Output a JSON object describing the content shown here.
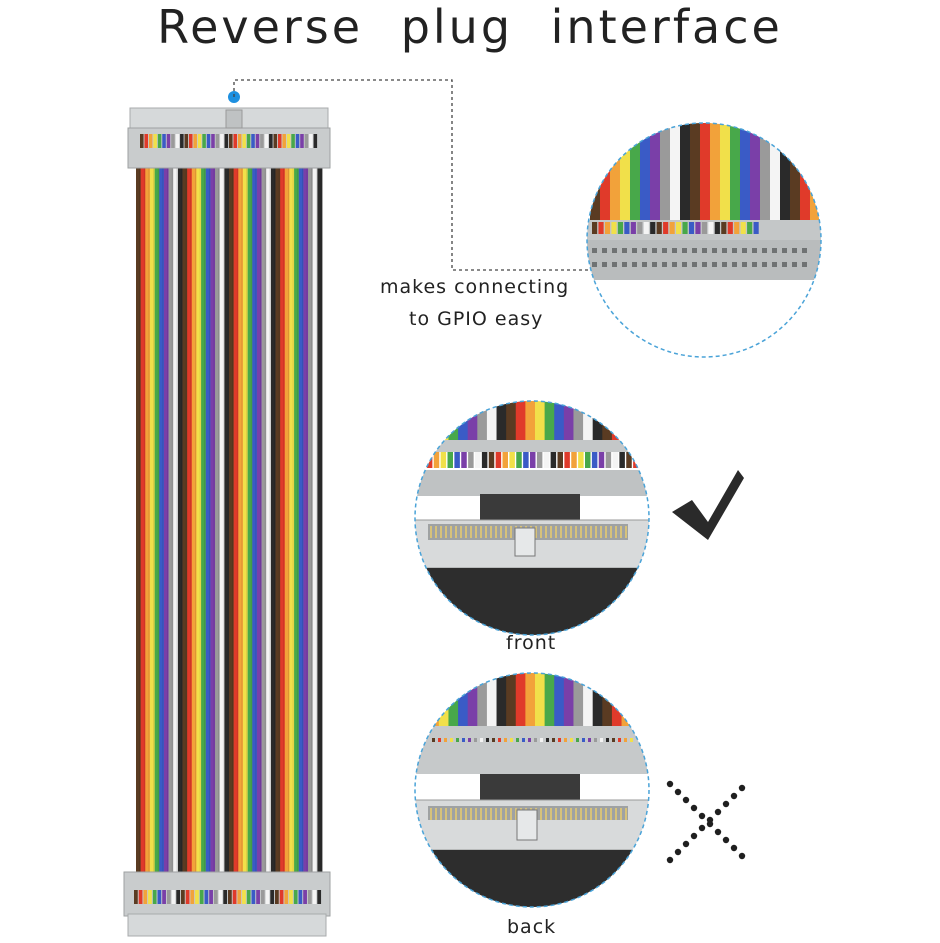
{
  "title": "Reverse plug interface",
  "callout": {
    "line1": "makes connecting",
    "line2": "to GPIO easy"
  },
  "front": {
    "label": "front",
    "verdict_icon": "checkmark-icon"
  },
  "back": {
    "label": "back",
    "verdict_icon": "cross-icon"
  },
  "colors": {
    "ribbon_wires": [
      "#5a3b22",
      "#e03a2a",
      "#f2a23a",
      "#f1e04a",
      "#48a84a",
      "#3a5bc6",
      "#7a3fa8",
      "#9a9a9a",
      "#f4f4f4",
      "#2a2a2a"
    ],
    "connector_gray": "#c8cbcc",
    "dashed_line": "#444444",
    "dot_marker": "#1e90e0",
    "circle_border": "#4aa3d8"
  }
}
